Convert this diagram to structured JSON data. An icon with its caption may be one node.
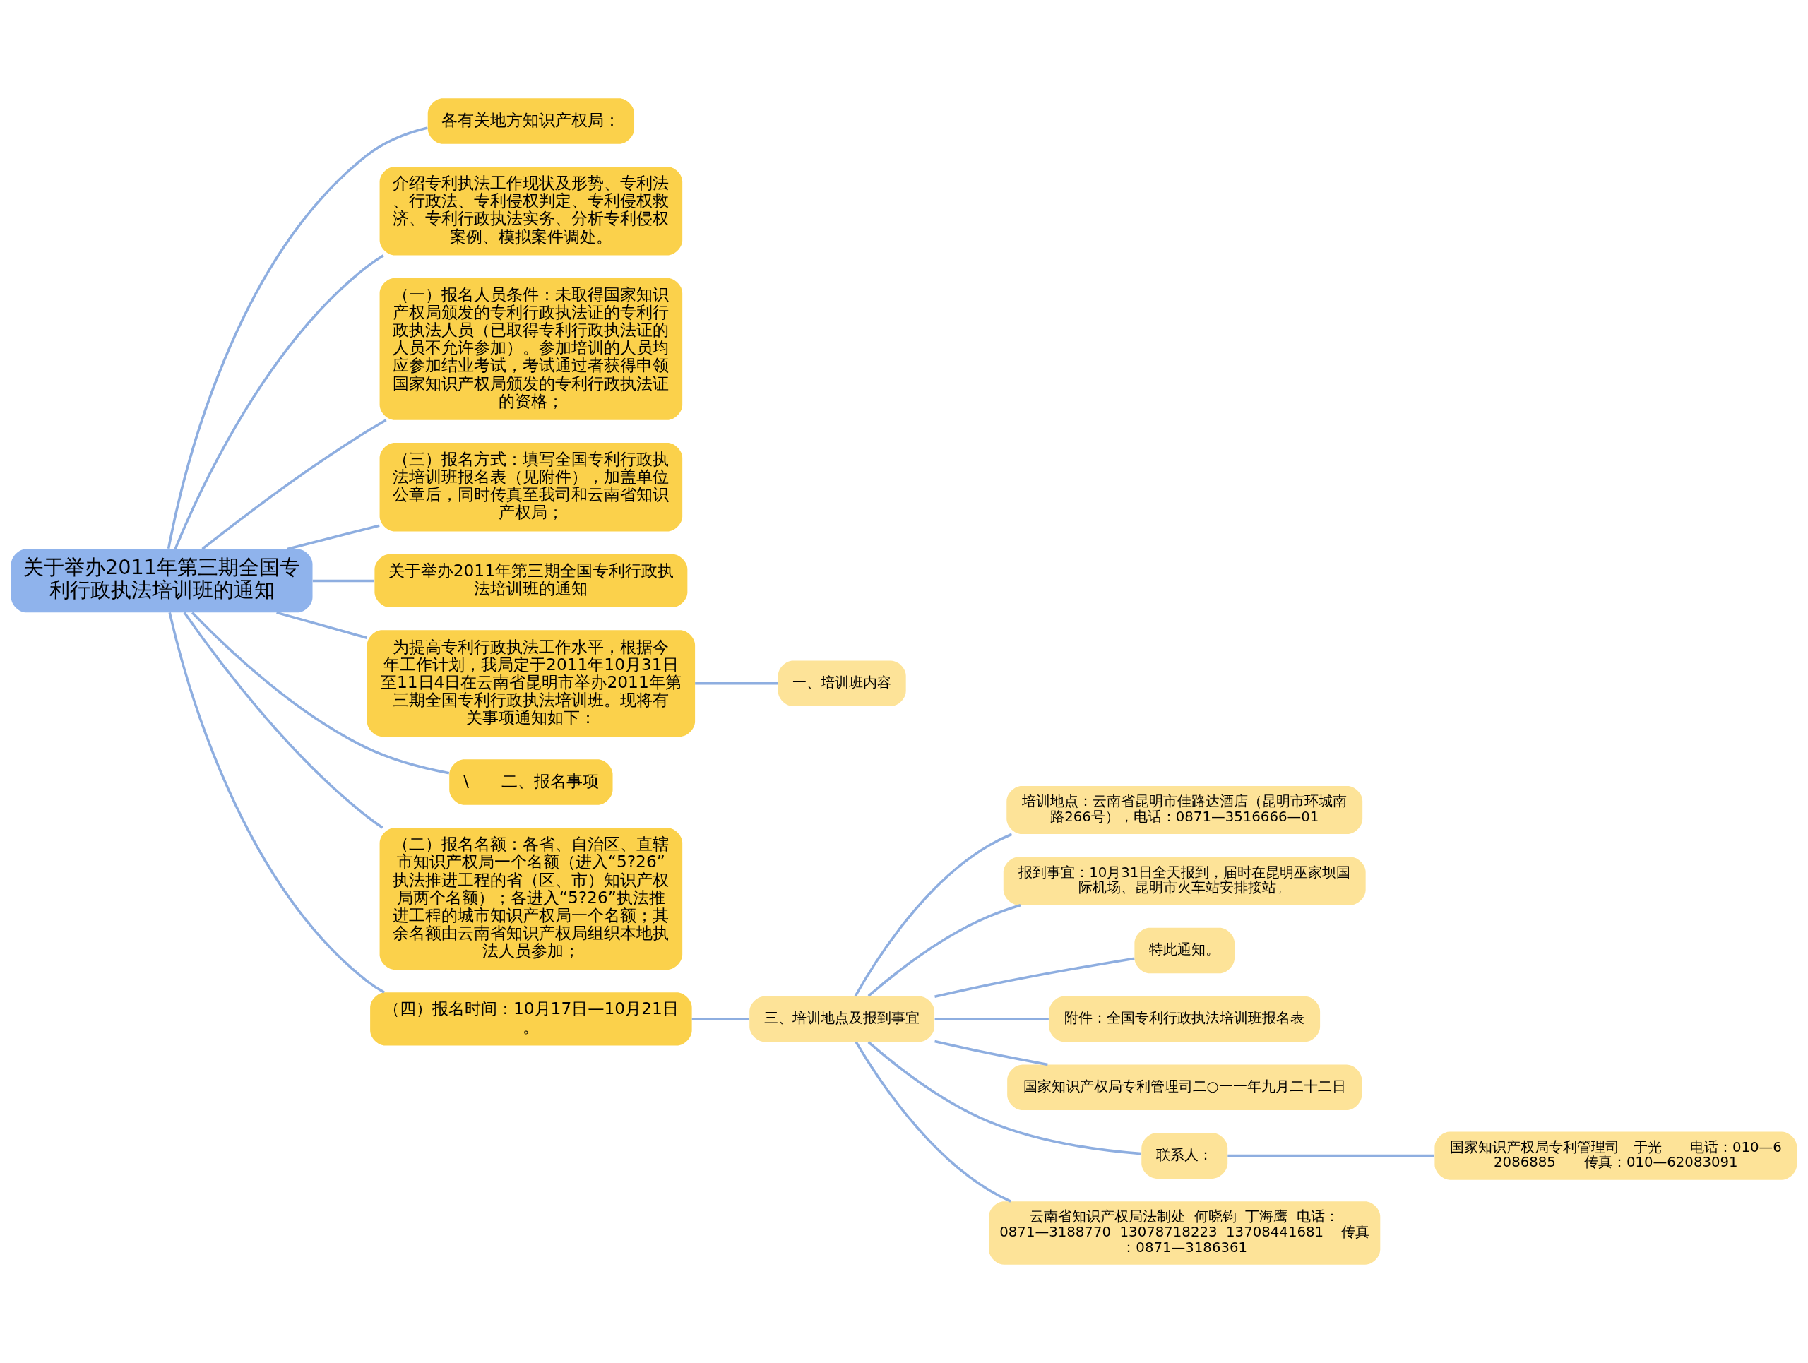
{
  "diagram": {
    "nodes": [
      {
        "text": [
          "关于举办2011年第三期全国专利行政执法培训班的通知"
        ]
      },
      {
        "text": [
          "各有关地方知识产权局："
        ]
      },
      {
        "text": [
          "介绍专利执法工作现状及形势、专利法、行政法、专利侵权判定、专利侵权救济、专利行政执法实务、分析专利侵权案例、模拟案件调处。"
        ]
      },
      {
        "text": [
          "（一）报名人员条件：未取得国家知识产权局颁发的专利行政执法证的专利行政执法人员（已取得专利行政执法证的人员不允许参加）。参加培训的人员均应参加结业考试，考试通过者获得申领国家知识产权局颁发的专利行政执法证的资格；"
        ]
      },
      {
        "text": [
          "（三）报名方式：填写全国专利行政执法培训班报名表（见附件），加盖单位公章后，同时传真至我司和云南省知识产权局；"
        ]
      },
      {
        "text": [
          "关于举办2011年第三期全国专利行政执法培训班的通知"
        ]
      },
      {
        "text": [
          "为提高专利行政执法工作水平，根据今年工作计划，我局定于2011年10月31日至11日4日在云南省昆明市举办2011年第三期全国专利行政执法培训班。现将有关事项通知如下："
        ]
      },
      {
        "text": [
          "\\　　二、报名事项"
        ]
      },
      {
        "text": [
          "（二）报名名额：各省、自治区、直辖市知识产权局一个名额（进入“5?26”执法推进工程的省（区、市）知识产权局两个名额）；各进入“5?26”执法推进工程的城市知识产权局一个名额；其余名额由云南省知识产权局组织本地执法人员参加；"
        ]
      },
      {
        "text": [
          "（四）报名时间：10月17日—10月21日。"
        ]
      },
      {
        "text": [
          "一、培训班内容"
        ]
      },
      {
        "text": [
          "三、培训地点及报到事宜"
        ]
      },
      {
        "text": [
          "培训地点：云南省昆明市佳路达酒店（昆明市环城南路266号），电话：0871—3516666—01"
        ]
      },
      {
        "text": [
          "报到事宜：10月31日全天报到，届时在昆明巫家坝国际机场、昆明市火车站安排接站。"
        ]
      },
      {
        "text": [
          "特此通知。"
        ]
      },
      {
        "text": [
          "附件：全国专利行政执法培训班报名表"
        ]
      },
      {
        "text": [
          "国家知识产权局专利管理司二○一一年九月二十二日"
        ]
      },
      {
        "text": [
          "联系人："
        ]
      },
      {
        "text": [
          "国家知识产权局专利管理司　于光　　电话：010—62086885　　传真：010—62083091"
        ]
      },
      {
        "text": [
          "云南省知识产权局法制处  何晓钧  丁海鹰  电话：0871—3188770  13078718223  13708441681    传真：0871—3186361"
        ]
      }
    ],
    "edges": [
      {
        "from": 0,
        "to": 1,
        "arrow": "none"
      },
      {
        "from": 0,
        "to": 2,
        "arrow": "none"
      },
      {
        "from": 0,
        "to": 3,
        "arrow": "none"
      },
      {
        "from": 0,
        "to": 4,
        "arrow": "none"
      },
      {
        "from": 0,
        "to": 5,
        "arrow": "none"
      },
      {
        "from": 0,
        "to": 6,
        "arrow": "none"
      },
      {
        "from": 0,
        "to": 7,
        "arrow": "none"
      },
      {
        "from": 0,
        "to": 8,
        "arrow": "none"
      },
      {
        "from": 0,
        "to": 9,
        "arrow": "none"
      },
      {
        "from": 6,
        "to": 10,
        "arrow": "none"
      },
      {
        "from": 9,
        "to": 11,
        "arrow": "none"
      },
      {
        "from": 11,
        "to": 12,
        "arrow": "none"
      },
      {
        "from": 11,
        "to": 13,
        "arrow": "none"
      },
      {
        "from": 11,
        "to": 14,
        "arrow": "none"
      },
      {
        "from": 11,
        "to": 15,
        "arrow": "none"
      },
      {
        "from": 11,
        "to": 16,
        "arrow": "none"
      },
      {
        "from": 11,
        "to": 17,
        "arrow": "none"
      },
      {
        "from": 17,
        "to": 18,
        "arrow": "none"
      },
      {
        "from": 11,
        "to": 19,
        "arrow": "none"
      }
    ]
  }
}
